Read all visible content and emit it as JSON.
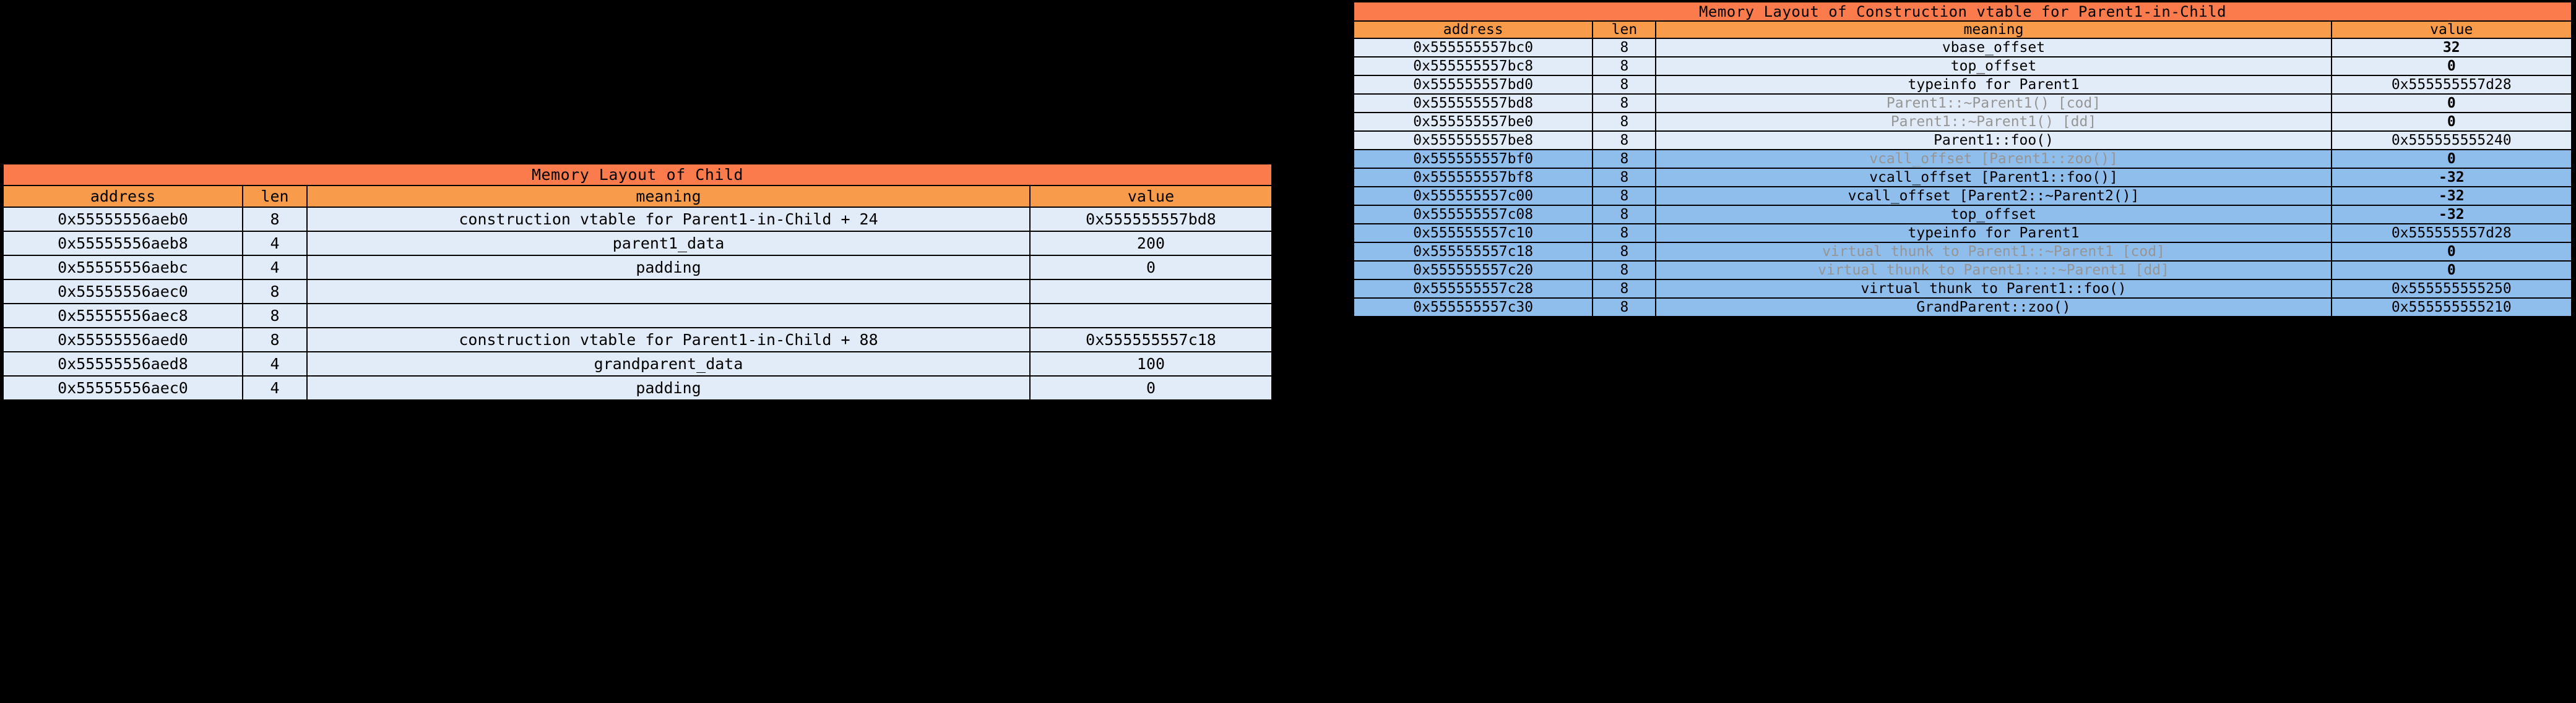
{
  "background_color": "#000000",
  "palette": {
    "title_bar": "#FB7B4C",
    "column_header": "#F89B4B",
    "row_default": "#E2ECF8",
    "row_highlight": "#8FBDEC",
    "text": "#000000",
    "text_dim": "#969696",
    "border": "#000000"
  },
  "tables": [
    {
      "id": "child",
      "title": "Memory Layout of Child",
      "columns": [
        "address",
        "len",
        "meaning",
        "value"
      ],
      "rows": [
        {
          "address": "0x55555556aeb0",
          "len": "8",
          "meaning": "construction vtable for Parent1-in-Child + 24",
          "value": "0x555555557bd8",
          "highlight": false,
          "meaning_dim": false,
          "value_bold": false
        },
        {
          "address": "0x55555556aeb8",
          "len": "4",
          "meaning": "parent1_data",
          "value": "200",
          "highlight": false,
          "meaning_dim": false,
          "value_bold": false
        },
        {
          "address": "0x55555556aebc",
          "len": "4",
          "meaning": "padding",
          "value": "0",
          "highlight": false,
          "meaning_dim": false,
          "value_bold": false
        },
        {
          "address": "0x55555556aec0",
          "len": "8",
          "meaning": "",
          "value": "",
          "highlight": false,
          "meaning_dim": false,
          "value_bold": false
        },
        {
          "address": "0x55555556aec8",
          "len": "8",
          "meaning": "",
          "value": "",
          "highlight": false,
          "meaning_dim": false,
          "value_bold": false
        },
        {
          "address": "0x55555556aed0",
          "len": "8",
          "meaning": "construction vtable for Parent1-in-Child + 88",
          "value": "0x555555557c18",
          "highlight": false,
          "meaning_dim": false,
          "value_bold": false
        },
        {
          "address": "0x55555556aed8",
          "len": "4",
          "meaning": "grandparent_data",
          "value": "100",
          "highlight": false,
          "meaning_dim": false,
          "value_bold": false
        },
        {
          "address": "0x55555556aec0",
          "len": "4",
          "meaning": "padding",
          "value": "0",
          "highlight": false,
          "meaning_dim": false,
          "value_bold": false
        }
      ]
    },
    {
      "id": "ctor",
      "title": "Memory Layout of Construction vtable for Parent1-in-Child",
      "columns": [
        "address",
        "len",
        "meaning",
        "value"
      ],
      "rows": [
        {
          "address": "0x555555557bc0",
          "len": "8",
          "meaning": "vbase_offset",
          "value": "32",
          "highlight": false,
          "meaning_dim": false,
          "value_bold": true
        },
        {
          "address": "0x555555557bc8",
          "len": "8",
          "meaning": "top_offset",
          "value": "0",
          "highlight": false,
          "meaning_dim": false,
          "value_bold": true
        },
        {
          "address": "0x555555557bd0",
          "len": "8",
          "meaning": "typeinfo for Parent1",
          "value": "0x555555557d28",
          "highlight": false,
          "meaning_dim": false,
          "value_bold": false
        },
        {
          "address": "0x555555557bd8",
          "len": "8",
          "meaning": "Parent1::~Parent1() [cod]",
          "value": "0",
          "highlight": false,
          "meaning_dim": true,
          "value_bold": true
        },
        {
          "address": "0x555555557be0",
          "len": "8",
          "meaning": "Parent1::~Parent1() [dd]",
          "value": "0",
          "highlight": false,
          "meaning_dim": true,
          "value_bold": true
        },
        {
          "address": "0x555555557be8",
          "len": "8",
          "meaning": "Parent1::foo()",
          "value": "0x555555555240",
          "highlight": false,
          "meaning_dim": false,
          "value_bold": false
        },
        {
          "address": "0x555555557bf0",
          "len": "8",
          "meaning": "vcall_offset [Parent1::zoo()]",
          "value": "0",
          "highlight": true,
          "meaning_dim": true,
          "value_bold": true
        },
        {
          "address": "0x555555557bf8",
          "len": "8",
          "meaning": "vcall_offset [Parent1::foo()]",
          "value": "-32",
          "highlight": true,
          "meaning_dim": false,
          "value_bold": true
        },
        {
          "address": "0x555555557c00",
          "len": "8",
          "meaning": "vcall_offset [Parent2::~Parent2()]",
          "value": "-32",
          "highlight": true,
          "meaning_dim": false,
          "value_bold": true
        },
        {
          "address": "0x555555557c08",
          "len": "8",
          "meaning": "top_offset",
          "value": "-32",
          "highlight": true,
          "meaning_dim": false,
          "value_bold": true
        },
        {
          "address": "0x555555557c10",
          "len": "8",
          "meaning": "typeinfo for Parent1",
          "value": "0x555555557d28",
          "highlight": true,
          "meaning_dim": false,
          "value_bold": false
        },
        {
          "address": "0x555555557c18",
          "len": "8",
          "meaning": "virtual thunk to Parent1::~Parent1 [cod]",
          "value": "0",
          "highlight": true,
          "meaning_dim": true,
          "value_bold": true
        },
        {
          "address": "0x555555557c20",
          "len": "8",
          "meaning": "virtual thunk to Parent1::::~Parent1 [dd]",
          "value": "0",
          "highlight": true,
          "meaning_dim": true,
          "value_bold": true
        },
        {
          "address": "0x555555557c28",
          "len": "8",
          "meaning": "virtual thunk to Parent1::foo()",
          "value": "0x555555555250",
          "highlight": true,
          "meaning_dim": false,
          "value_bold": false
        },
        {
          "address": "0x555555557c30",
          "len": "8",
          "meaning": "GrandParent::zoo()",
          "value": "0x555555555210",
          "highlight": true,
          "meaning_dim": false,
          "value_bold": false
        }
      ]
    }
  ]
}
